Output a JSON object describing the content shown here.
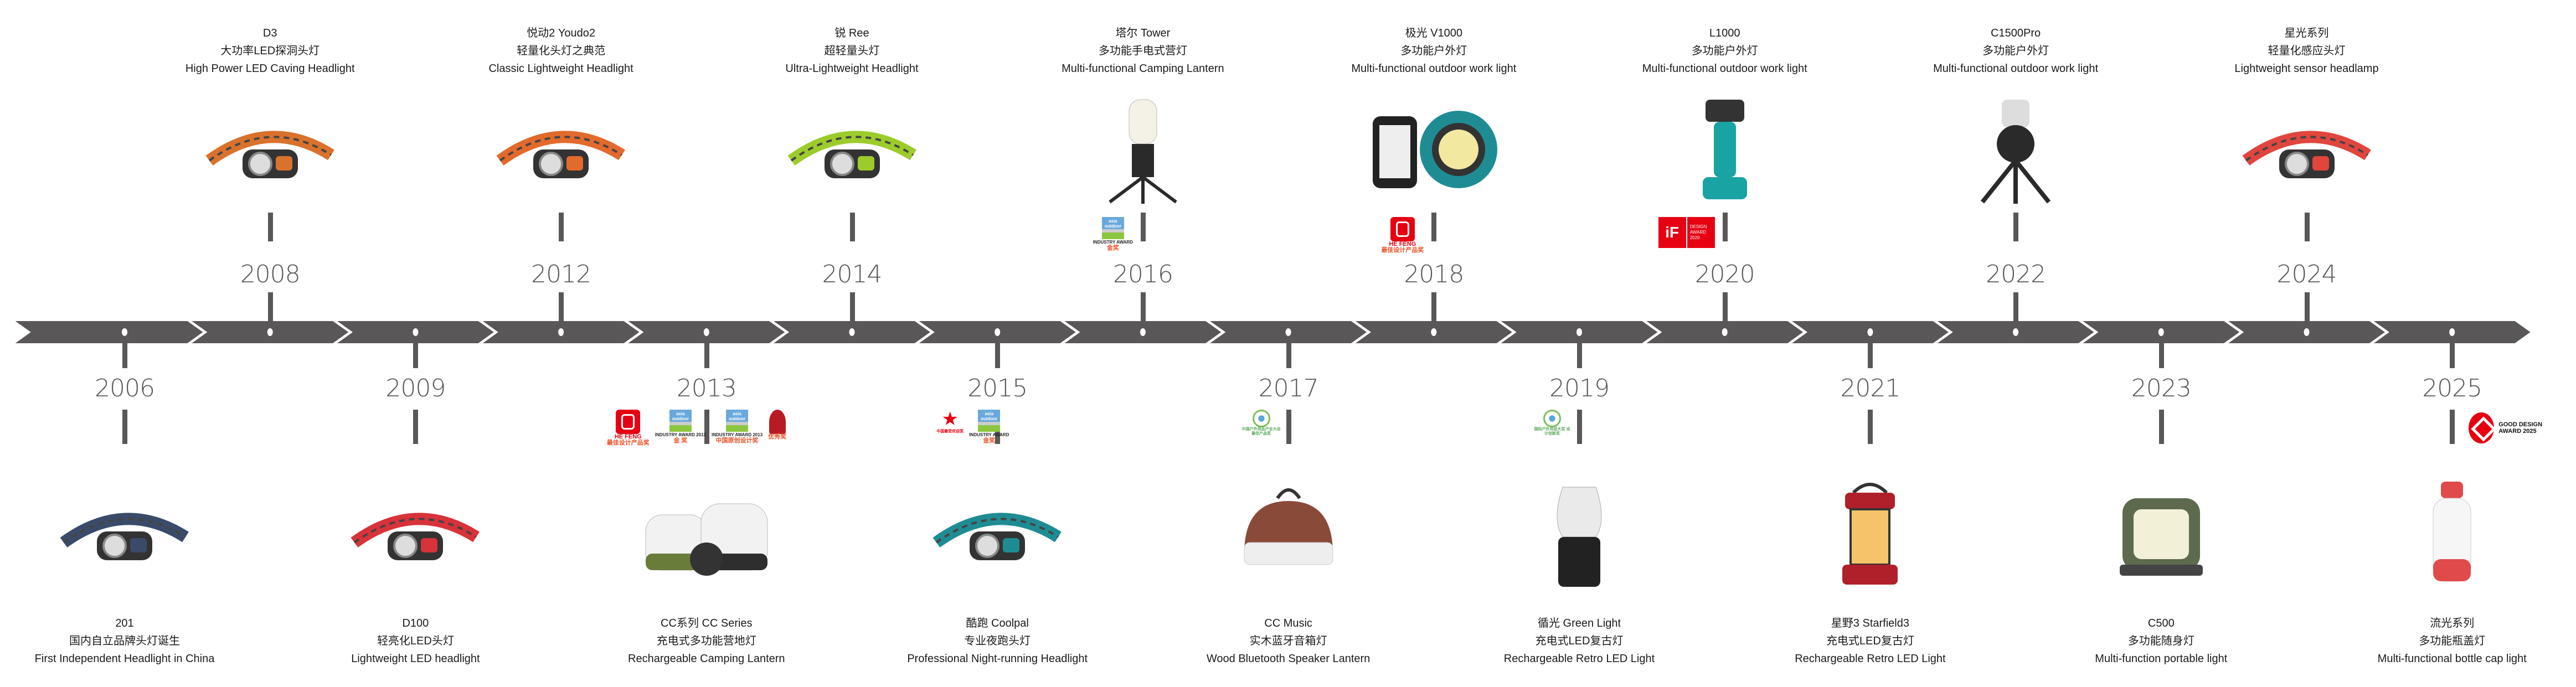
{
  "timeline": {
    "accent_color": "#5a5758",
    "events": [
      {
        "year": "2006",
        "side": "bottom",
        "name": "201",
        "cn": "国内自立品牌头灯诞生",
        "en": "First Independent  Headlight in China",
        "product": "headlamp-icon",
        "color": "#3a4b6a",
        "awards": []
      },
      {
        "year": "2008",
        "side": "top",
        "name": "D3",
        "cn": "大功率LED探洞头灯",
        "en": "High Power LED Caving Headlight",
        "product": "headlamp-icon",
        "color": "#d9722c",
        "awards": []
      },
      {
        "year": "2009",
        "side": "bottom",
        "name": "D100",
        "cn": "轻亮化LED头灯",
        "en": "Lightweight LED headlight",
        "product": "headlamp-icon",
        "color": "#d8323a",
        "awards": []
      },
      {
        "year": "2012",
        "side": "top",
        "name": "悦动2  Youdo2",
        "cn": "轻量化头灯之典范",
        "en": "Classic Lightweight Headlight",
        "product": "headlamp-icon",
        "color": "#e26a2c",
        "awards": []
      },
      {
        "year": "2013",
        "side": "bottom",
        "name": "CC系列  CC Series",
        "cn": "充电式多功能营地灯",
        "en": "Rechargeable Camping Lantern",
        "product": "camping-lantern-icon",
        "color": "#2e2e2e",
        "awards": [
          {
            "kind": "hefeng",
            "title": "HE FENG",
            "label": "最佳设计产品奖"
          },
          {
            "kind": "asia",
            "title": "asia outdoor",
            "sub": "INDUSTRY AWARD 2013",
            "label": "金  奖"
          },
          {
            "kind": "asia",
            "title": "asia outdoor",
            "sub": "INDUSTRY AWARD 2013",
            "label": "中国原创设计奖"
          },
          {
            "kind": "redo",
            "label": "优秀奖"
          }
        ]
      },
      {
        "year": "2014",
        "side": "top",
        "name": "锐  Ree",
        "cn": "超轻量头灯",
        "en": "Ultra-Lightweight Headlight",
        "product": "headlamp-icon",
        "color": "#9ccc2c",
        "awards": []
      },
      {
        "year": "2015",
        "side": "bottom",
        "name": "酷跑  Coolpal",
        "cn": "专业夜跑头灯",
        "en": "Professional Night-running Headlight",
        "product": "headlamp-icon",
        "color": "#1f8c94",
        "awards": [
          {
            "kind": "star",
            "label": "中国最受欢迎奖"
          },
          {
            "kind": "asia",
            "title": "asia outdoor",
            "sub": "INDUSTRY AWARD",
            "label": "金奖"
          }
        ]
      },
      {
        "year": "2016",
        "side": "top",
        "name": "塔尔  Tower",
        "cn": "多功能手电式营灯",
        "en": "Multi-functional Camping Lantern",
        "product": "tower-lantern-icon",
        "color": "#2a2a2a",
        "awards": [
          {
            "kind": "asia",
            "title": "asia outdoor",
            "sub": "INDUSTRY AWARD",
            "label": "金奖"
          }
        ]
      },
      {
        "year": "2017",
        "side": "bottom",
        "name": "CC Music",
        "cn": "实木蓝牙音箱灯",
        "en": "Wood Bluetooth Speaker Lantern",
        "product": "speaker-lantern-icon",
        "color": "#8a4a3a",
        "awards": [
          {
            "kind": "greenc",
            "label": "中国户外用品产业大会最佳产品奖"
          }
        ]
      },
      {
        "year": "2018",
        "side": "top",
        "name": "极光  V1000",
        "cn": "多功能户外灯",
        "en": "Multi-functional outdoor work light",
        "product": "work-light-icon",
        "color": "#1f8c94",
        "awards": [
          {
            "kind": "hefeng",
            "title": "HE FENG",
            "label": "最佳设计产品奖"
          }
        ]
      },
      {
        "year": "2019",
        "side": "bottom",
        "name": "循光  Green Light",
        "cn": "充电式LED复古灯",
        "en": "Rechargeable Retro LED Light",
        "product": "retro-lamp-icon",
        "color": "#222222",
        "awards": [
          {
            "kind": "greenc",
            "label": "国际户外用品大奖 设计创新奖"
          }
        ]
      },
      {
        "year": "2020",
        "side": "top",
        "name": "L1000",
        "cn": "多功能户外灯",
        "en": "Multi-functional outdoor work light",
        "product": "handheld-light-icon",
        "color": "#1aa3a3",
        "awards": [
          {
            "kind": "if",
            "title": "iF",
            "label": "DESIGN AWARD 2020"
          }
        ]
      },
      {
        "year": "2021",
        "side": "bottom",
        "name": "星野3  Starfield3",
        "cn": "充电式LED复古灯",
        "en": "Rechargeable Retro LED Light",
        "product": "retro-lantern-icon",
        "color": "#b0202a",
        "awards": []
      },
      {
        "year": "2022",
        "side": "top",
        "name": "C1500Pro",
        "cn": "多功能户外灯",
        "en": "Multi-functional outdoor work light",
        "product": "tripod-light-icon",
        "color": "#2a2a2a",
        "awards": []
      },
      {
        "year": "2023",
        "side": "bottom",
        "name": "C500",
        "cn": "多功能随身灯",
        "en": "Multi-function portable light",
        "product": "portable-light-icon",
        "color": "#5e6a4e",
        "awards": []
      },
      {
        "year": "2024",
        "side": "top",
        "name": "星光系列",
        "cn": "轻量化感应头灯",
        "en": "Lightweight sensor headlamp",
        "product": "headlamp-icon",
        "color": "#e0463e",
        "awards": []
      },
      {
        "year": "2025",
        "side": "bottom",
        "name": "流光系列",
        "cn": "多功能瓶盖灯",
        "en": "Multi-functional bottle cap light",
        "product": "bottle-cap-light-icon",
        "color": "#e04a4a",
        "awards": [
          {
            "kind": "gda",
            "label": "GOOD DESIGN AWARD 2025"
          }
        ]
      }
    ]
  }
}
